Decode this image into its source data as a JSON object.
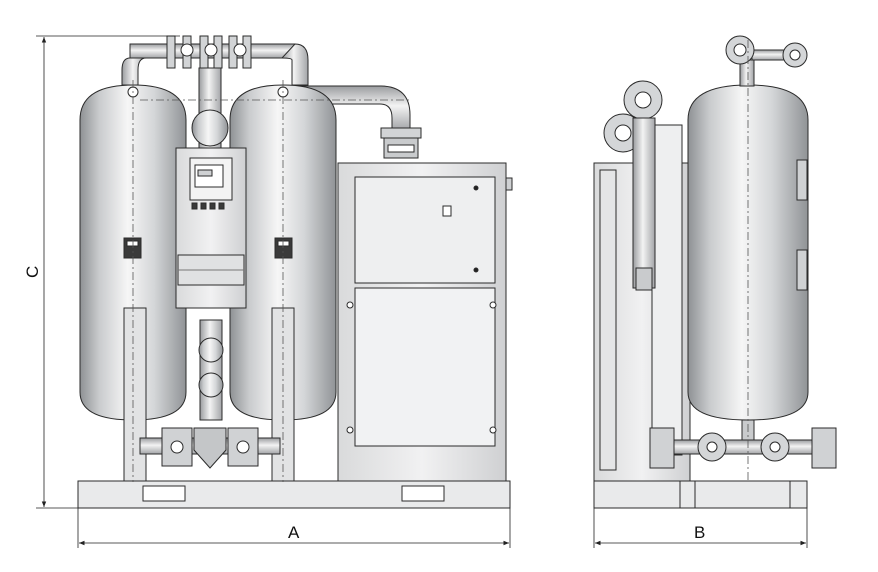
{
  "dimensions": {
    "width_label": "A",
    "depth_label": "B",
    "height_label": "C"
  },
  "colors": {
    "outline": "#2b2b2b",
    "tank_light": "#f4f4f4",
    "tank_mid": "#cfd1d3",
    "tank_dark": "#8e9194",
    "cabinet": "#e6e7e8",
    "centerline": "#555555"
  }
}
